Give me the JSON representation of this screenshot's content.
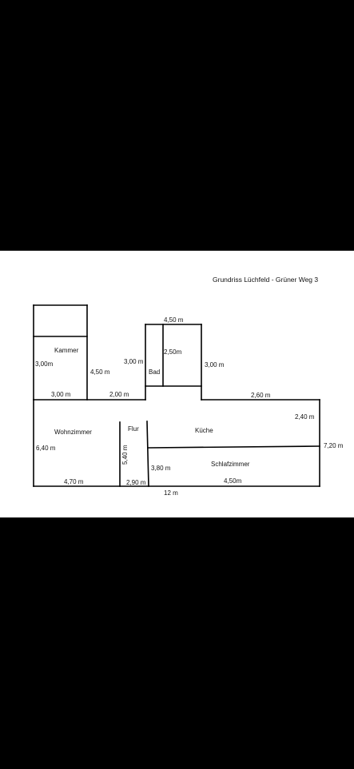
{
  "plan": {
    "title": "Grundriss Lüchfeld - Grüner Weg 3",
    "rooms": {
      "kammer": "Kammer",
      "bad": "Bad",
      "wohnzimmer": "Wohnzimmer",
      "flur": "Flur",
      "kueche": "Küche",
      "schlafzimmer": "Schlafzimmer"
    },
    "dimensions": {
      "bad_top": "4,50 m",
      "kammer_left": "3,00m",
      "kammer_right": "4,50 m",
      "bad_left": "3,00 m",
      "bad_inner": "2,50m",
      "bad_right": "3,00 m",
      "kammer_bottom": "3,00 m",
      "gap_width": "2,00 m",
      "kueche_top": "2,60 m",
      "kueche_right": "2,40 m",
      "wohnzimmer_left": "6,40 m",
      "flur_height": "5,40 m",
      "total_right": "7,20 m",
      "schlafzimmer_left": "3,80 m",
      "wohnzimmer_bottom": "4,70 m",
      "flur_bottom": "2,90 m",
      "schlafzimmer_bottom": "4,50m",
      "total_width": "12 m"
    }
  }
}
